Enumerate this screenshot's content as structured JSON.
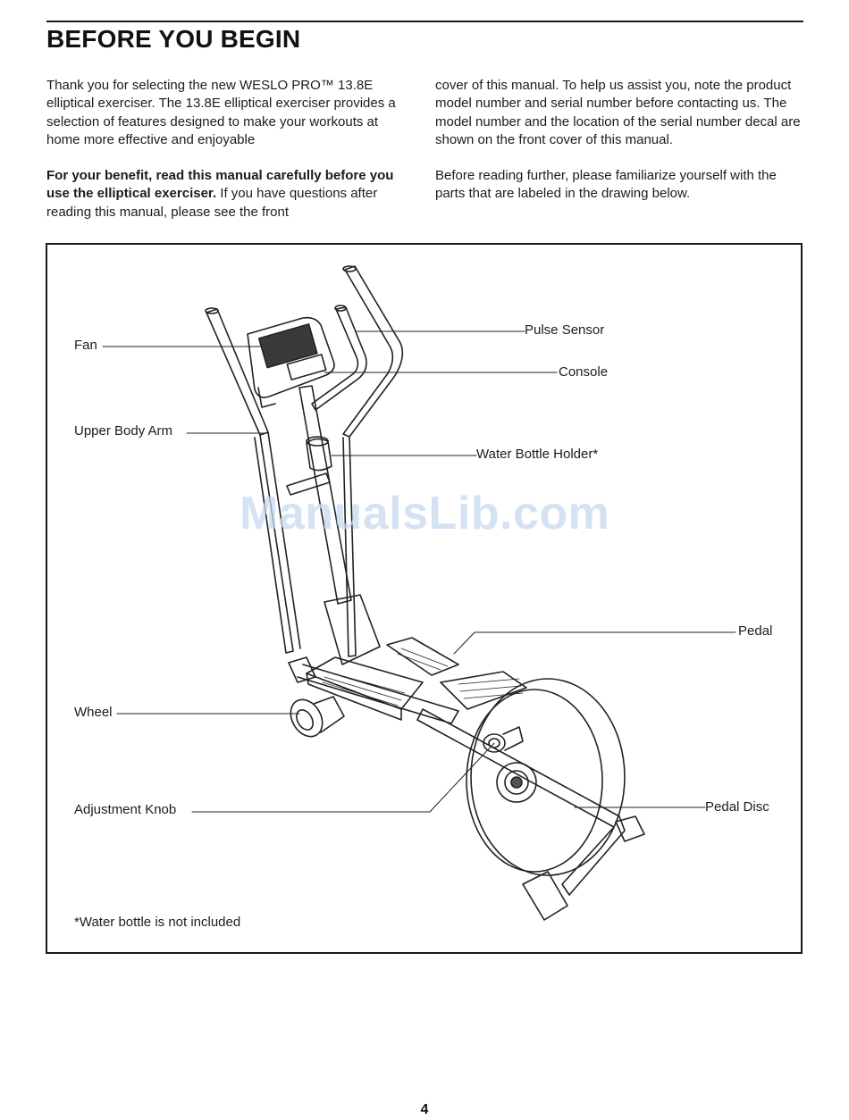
{
  "header": {
    "title": "BEFORE YOU BEGIN"
  },
  "intro": {
    "left": {
      "p1": "Thank you for selecting the new WESLO PRO™ 13.8E elliptical exerciser. The 13.8E elliptical exerciser provides a selection of features designed to make your workouts at home more effective and enjoyable",
      "p2_bold": "For your benefit, read this manual carefully before you use the elliptical exerciser.",
      "p2_rest": " If you have questions after reading this manual, please see the front"
    },
    "right": {
      "p1": "cover of this manual. To help us assist you, note the product model number and serial number before contacting us. The model number and the location of the serial number decal are shown on the front cover of this manual.",
      "p2": "Before reading further, please familiarize yourself with the parts that are labeled in the drawing below."
    }
  },
  "figure": {
    "labels": {
      "fan": "Fan",
      "pulse_sensor": "Pulse Sensor",
      "console": "Console",
      "upper_body_arm": "Upper Body Arm",
      "water_bottle_holder": "Water Bottle Holder*",
      "pedal": "Pedal",
      "wheel": "Wheel",
      "adjustment_knob": "Adjustment Knob",
      "pedal_disc": "Pedal Disc"
    },
    "footnote": "*Water bottle is not included"
  },
  "watermark": "ManualsLib.com",
  "footer": {
    "page_number": "4"
  }
}
